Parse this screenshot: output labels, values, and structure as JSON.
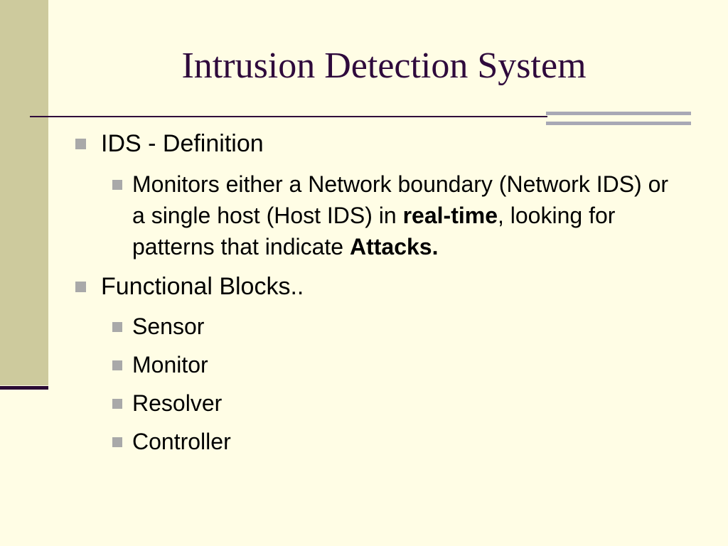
{
  "slide": {
    "title": "Intrusion Detection System",
    "colors": {
      "background": "#FFFDE5",
      "left_band": "#CDCA9D",
      "title_text": "#2F0A3C",
      "bullet": "#A9A9A9",
      "rule_bars": "#A8A8B5"
    },
    "bullets": [
      {
        "text": "IDS - Definition",
        "sub": [
          {
            "parts": [
              {
                "text": "Monitors either a Network boundary (Network IDS) or a single host (Host IDS) in ",
                "bold": false
              },
              {
                "text": "real-time",
                "bold": true
              },
              {
                "text": ", looking for patterns that indicate ",
                "bold": false
              },
              {
                "text": "Attacks.",
                "bold": true
              }
            ]
          }
        ]
      },
      {
        "text": "Functional Blocks..",
        "sub": [
          {
            "text": "Sensor"
          },
          {
            "text": "Monitor"
          },
          {
            "text": "Resolver"
          },
          {
            "text": "Controller"
          }
        ]
      }
    ]
  }
}
